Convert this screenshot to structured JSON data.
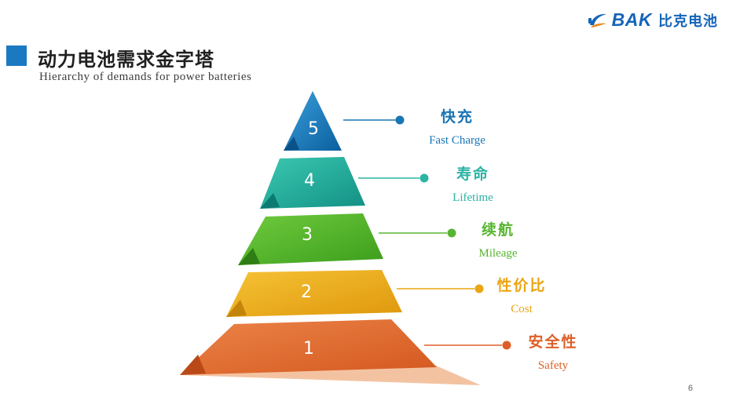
{
  "slide": {
    "title": "动力电池需求金字塔",
    "subtitle": "Hierarchy of demands for power batteries",
    "page_number": "6"
  },
  "logo": {
    "brand": "BAK",
    "brand_cn": "比克电池",
    "color": "#1464b8"
  },
  "pyramid": {
    "type": "pyramid-diagram",
    "levels": [
      {
        "number": "5",
        "label_cn": "快充",
        "label_en": "Fast Charge",
        "color": "#1a75b4"
      },
      {
        "number": "4",
        "label_cn": "寿命",
        "label_en": "Lifetime",
        "color": "#2cb3a4"
      },
      {
        "number": "3",
        "label_cn": "续航",
        "label_en": "Mileage",
        "color": "#58b531"
      },
      {
        "number": "2",
        "label_cn": "性价比",
        "label_en": "Cost",
        "color": "#eaa512"
      },
      {
        "number": "1",
        "label_cn": "安全性",
        "label_en": "Safety",
        "color": "#dd5f28"
      }
    ]
  }
}
